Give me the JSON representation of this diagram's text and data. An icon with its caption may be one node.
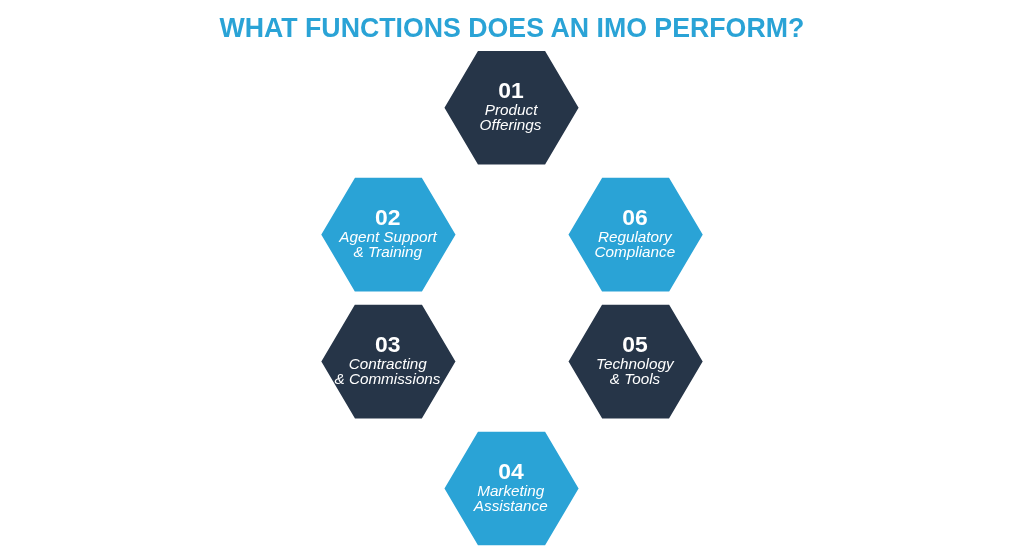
{
  "diagram": {
    "title": "WHAT FUNCTIONS DOES AN IMO PERFORM?",
    "nodes": [
      {
        "text": [
          "01",
          "Product Offerings"
        ]
      },
      {
        "text": [
          "02",
          "Agent Support & Training"
        ]
      },
      {
        "text": [
          "03",
          "Contracting & Commissions"
        ]
      },
      {
        "text": [
          "04",
          "Marketing Assistance"
        ]
      },
      {
        "text": [
          "05",
          "Technology & Tools"
        ]
      },
      {
        "text": [
          "06",
          "Regulatory Compliance"
        ]
      }
    ],
    "edges": []
  }
}
